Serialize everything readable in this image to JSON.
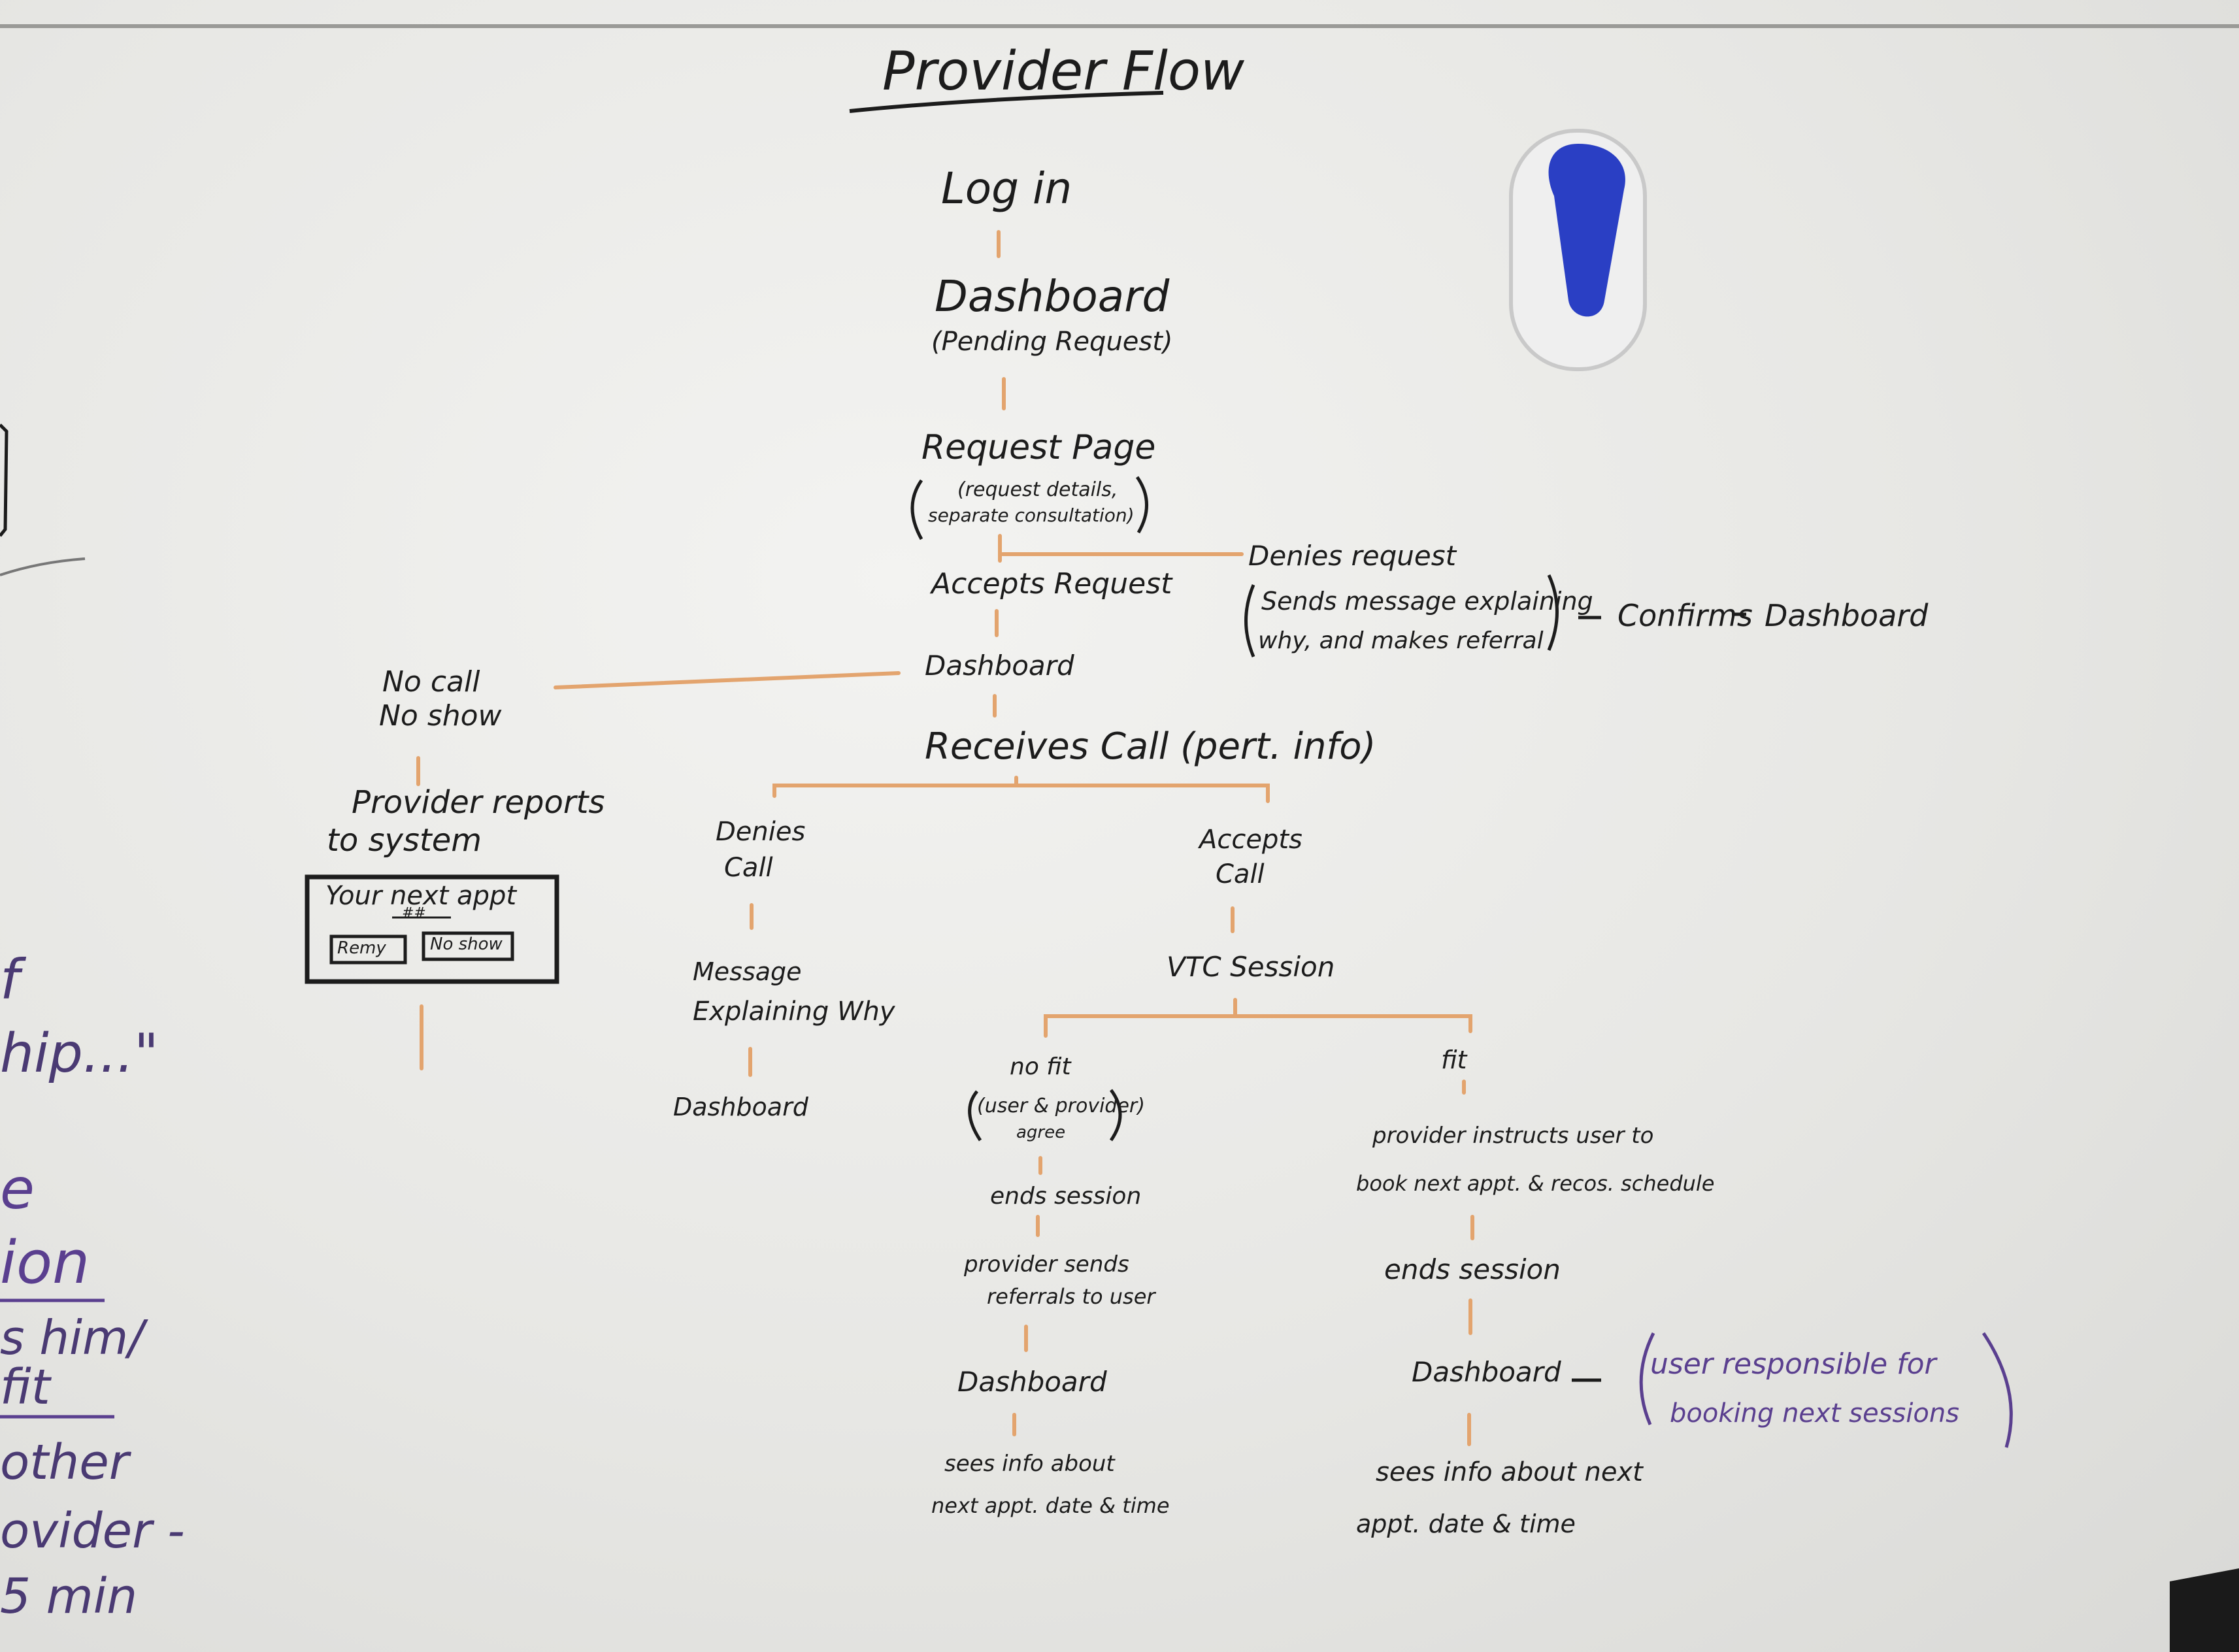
{
  "title": "Provider Flow",
  "main_flow": {
    "login": "Log in",
    "dashboard": "Dashboard",
    "dashboard_note": "(Pending Request)",
    "request_page": "Request Page",
    "request_page_note_1": "(request details,",
    "request_page_note_2": "separate consultation)",
    "accepts_request": "Accepts Request",
    "dashboard_2": "Dashboard",
    "receives_call": "Receives Call (pert. info)"
  },
  "deny_branch": {
    "denies_request": "Denies request",
    "note_1": "Sends message explaining",
    "note_2": "why, and makes referral",
    "confirms": "Confirms",
    "dashboard": "Dashboard"
  },
  "no_show_branch": {
    "no_call": "No call",
    "no_show": "No show",
    "provider_reports_1": "Provider reports",
    "provider_reports_2": "to system",
    "widget_title": "Your next appt",
    "widget_sub": "##",
    "widget_btn_1": "Remy",
    "widget_btn_2": "No show"
  },
  "denies_call_branch": {
    "denies": "Denies",
    "call": "Call",
    "message": "Message",
    "explaining": "Explaining Why",
    "dashboard": "Dashboard"
  },
  "accepts_call_branch": {
    "accepts": "Accepts",
    "call": "Call",
    "vtc_session": "VTC Session"
  },
  "no_fit_branch": {
    "no_fit": "no fit",
    "agree_1": "(user & provider)",
    "agree_2": "agree",
    "ends_session": "ends session",
    "sends_1": "provider sends",
    "sends_2": "referrals to user",
    "dashboard": "Dashboard",
    "sees_1": "sees info about",
    "sees_2": "next appt. date & time"
  },
  "fit_branch": {
    "fit": "fit",
    "instructs_1": "provider instructs user to",
    "instructs_2": "book next appt. & recos. schedule",
    "ends_session": "ends session",
    "dashboard": "Dashboard",
    "note_1": "user responsible for",
    "note_2": "booking next sessions",
    "sees_1": "sees info about next",
    "sees_2": "appt. date & time"
  },
  "left_edge": {
    "f": "f",
    "hip": "hip...\"",
    "e": "e",
    "ion": "ion",
    "him": "s him/",
    "fit": "fit",
    "other": "other",
    "ovider": "ovider -",
    "smin": "5 min"
  },
  "colors": {
    "ink": "#1c1c1c",
    "connector": "#e3a46e",
    "purple_ink": "#5a3f8f",
    "magnet_blue": "#2a3fc4"
  }
}
